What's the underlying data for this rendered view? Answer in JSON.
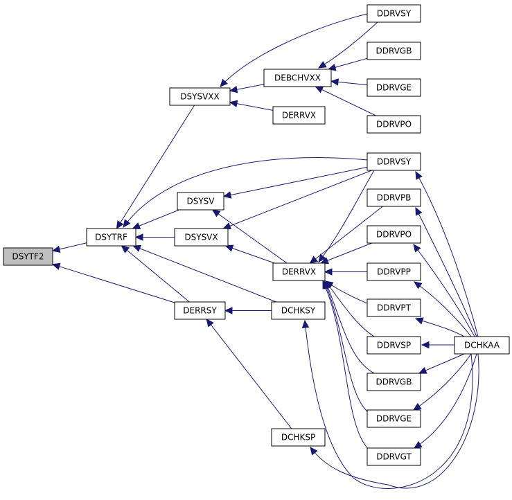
{
  "nodes": [
    {
      "id": "dsytf2",
      "label": "DSYTF2",
      "root": true
    },
    {
      "id": "dsytrf",
      "label": "DSYTRF"
    },
    {
      "id": "dsysvxx",
      "label": "DSYSVXX"
    },
    {
      "id": "debchvxx",
      "label": "DEBCHVXX"
    },
    {
      "id": "derrvx-top",
      "label": "DERRVX"
    },
    {
      "id": "ddrvsy-top",
      "label": "DDRVSY"
    },
    {
      "id": "ddrvgb-top",
      "label": "DDRVGB"
    },
    {
      "id": "ddrvge-top",
      "label": "DDRVGE"
    },
    {
      "id": "ddrvpo-top",
      "label": "DDRVPO"
    },
    {
      "id": "dsysv",
      "label": "DSYSV"
    },
    {
      "id": "dsysvx",
      "label": "DSYSVX"
    },
    {
      "id": "derrvx",
      "label": "DERRVX"
    },
    {
      "id": "derrsy",
      "label": "DERRSY"
    },
    {
      "id": "dchksy",
      "label": "DCHKSY"
    },
    {
      "id": "dchksp",
      "label": "DCHKSP"
    },
    {
      "id": "ddrvsy",
      "label": "DDRVSY"
    },
    {
      "id": "ddrvpb",
      "label": "DDRVPB"
    },
    {
      "id": "ddrvpo",
      "label": "DDRVPO"
    },
    {
      "id": "ddrvpp",
      "label": "DDRVPP"
    },
    {
      "id": "ddrvpt",
      "label": "DDRVPT"
    },
    {
      "id": "ddrvsp",
      "label": "DDRVSP"
    },
    {
      "id": "ddrvgb",
      "label": "DDRVGB"
    },
    {
      "id": "ddrvge",
      "label": "DDRVGE"
    },
    {
      "id": "ddrvgt",
      "label": "DDRVGT"
    },
    {
      "id": "dchkaa",
      "label": "DCHKAA"
    }
  ],
  "edges": [
    {
      "from": "dsytrf",
      "to": "dsytf2"
    },
    {
      "from": "derrsy",
      "to": "dsytf2"
    },
    {
      "from": "dsysvxx",
      "to": "dsytrf"
    },
    {
      "from": "dsysv",
      "to": "dsytrf"
    },
    {
      "from": "dsysvx",
      "to": "dsytrf"
    },
    {
      "from": "derrsy",
      "to": "dsytrf"
    },
    {
      "from": "dchksy",
      "to": "dsytrf"
    },
    {
      "from": "ddrvsy",
      "to": "dsytrf"
    },
    {
      "from": "debchvxx",
      "to": "dsysvxx"
    },
    {
      "from": "derrvx-top",
      "to": "dsysvxx"
    },
    {
      "from": "ddrvsy-top",
      "to": "dsysvxx"
    },
    {
      "from": "ddrvsy-top",
      "to": "debchvxx"
    },
    {
      "from": "ddrvgb-top",
      "to": "debchvxx"
    },
    {
      "from": "ddrvge-top",
      "to": "debchvxx"
    },
    {
      "from": "ddrvpo-top",
      "to": "debchvxx"
    },
    {
      "from": "ddrvsy",
      "to": "dsysv"
    },
    {
      "from": "derrvx",
      "to": "dsysv"
    },
    {
      "from": "ddrvsy",
      "to": "dsysvx"
    },
    {
      "from": "derrvx",
      "to": "dsysvx"
    },
    {
      "from": "dchksy",
      "to": "derrsy"
    },
    {
      "from": "dchksp",
      "to": "derrsy"
    },
    {
      "from": "dchkaa",
      "to": "dchksy"
    },
    {
      "from": "dchkaa",
      "to": "dchksp"
    },
    {
      "from": "ddrvsy",
      "to": "derrvx"
    },
    {
      "from": "ddrvpb",
      "to": "derrvx"
    },
    {
      "from": "ddrvpo",
      "to": "derrvx"
    },
    {
      "from": "ddrvpp",
      "to": "derrvx"
    },
    {
      "from": "ddrvpt",
      "to": "derrvx"
    },
    {
      "from": "ddrvsp",
      "to": "derrvx"
    },
    {
      "from": "ddrvgb",
      "to": "derrvx"
    },
    {
      "from": "ddrvge",
      "to": "derrvx"
    },
    {
      "from": "ddrvgt",
      "to": "derrvx"
    },
    {
      "from": "dchkaa",
      "to": "ddrvsy"
    },
    {
      "from": "dchkaa",
      "to": "ddrvpb"
    },
    {
      "from": "dchkaa",
      "to": "ddrvpo"
    },
    {
      "from": "dchkaa",
      "to": "ddrvpp"
    },
    {
      "from": "dchkaa",
      "to": "ddrvpt"
    },
    {
      "from": "dchkaa",
      "to": "ddrvsp"
    },
    {
      "from": "dchkaa",
      "to": "ddrvgb"
    },
    {
      "from": "dchkaa",
      "to": "ddrvge"
    },
    {
      "from": "dchkaa",
      "to": "ddrvgt"
    }
  ],
  "colors": {
    "edge": "#191970",
    "root_fill": "#bfbfbf",
    "node_fill": "#ffffff"
  }
}
